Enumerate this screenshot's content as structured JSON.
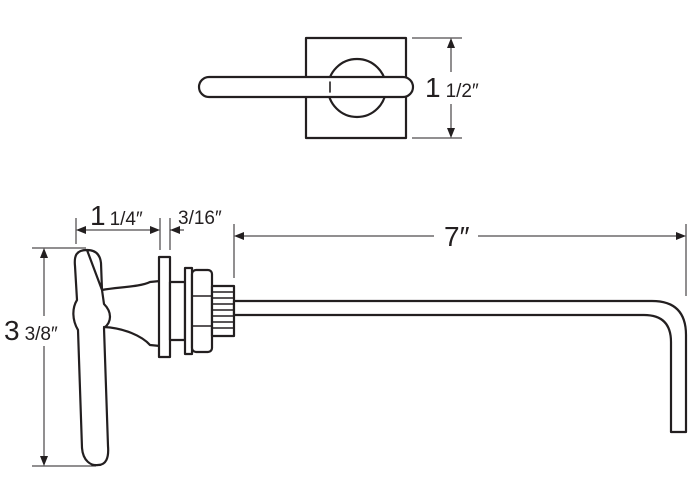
{
  "dimensions": {
    "rosette_height": {
      "whole": "1",
      "fraction": "1/2″"
    },
    "handle_projection": {
      "whole": "1",
      "fraction": "1/4″"
    },
    "rose_thickness": {
      "whole": "",
      "fraction": "3/16″"
    },
    "rod_length": {
      "whole": "7″",
      "fraction": ""
    },
    "handle_length": {
      "whole": "3",
      "fraction": "3/8″"
    }
  },
  "colors": {
    "line": "#231f20",
    "background": "#ffffff"
  }
}
